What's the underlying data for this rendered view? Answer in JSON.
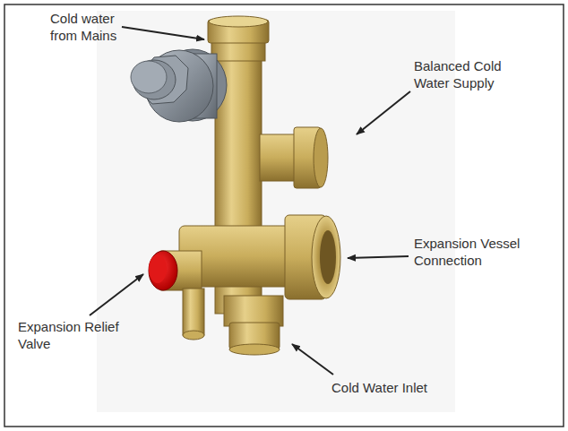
{
  "diagram": {
    "labels": [
      "Cold water from Mains",
      "Balanced Cold Water Supply",
      "Expansion Vessel Connection",
      "Expansion Relief Valve",
      "Cold Water Inlet"
    ]
  }
}
